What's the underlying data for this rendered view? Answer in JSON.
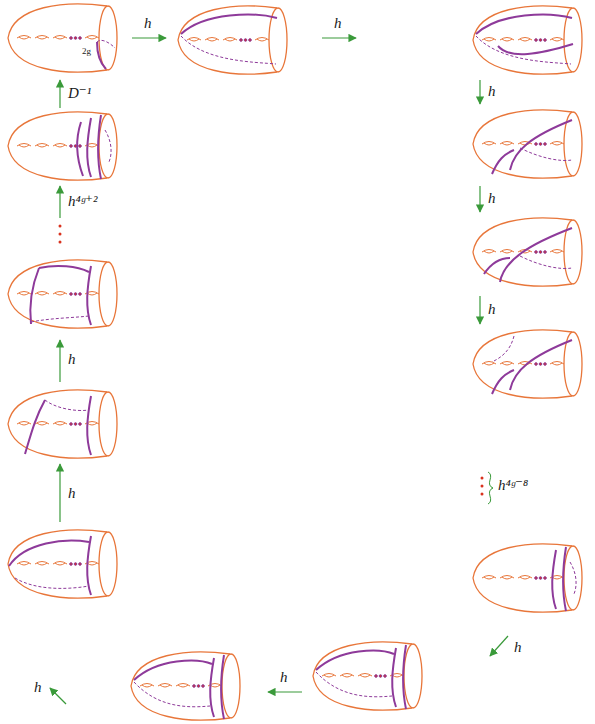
{
  "diagram": {
    "labels": [
      "2g",
      "h",
      "h",
      "h",
      "h",
      "h",
      "h⁴ᵍ⁻⁸",
      "h",
      "h",
      "h",
      "h",
      "h",
      "h⁴ᵍ⁺²",
      "D⁻¹"
    ]
  }
}
